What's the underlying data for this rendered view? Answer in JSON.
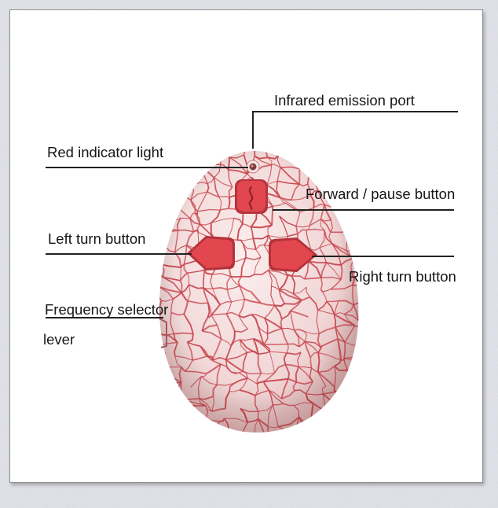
{
  "labels": {
    "infrared_port": "Infrared emission port",
    "red_light": "Red indicator light",
    "forward_pause": "Forward / pause button",
    "left_turn": "Left turn button",
    "right_turn": "Right turn button",
    "frequency_line1": "Frequency selector",
    "frequency_line2": "lever"
  },
  "colors": {
    "shell_base": "#f3dada",
    "shell_crack": "#c8474f",
    "button_red": "#e2474f",
    "button_dark": "#a82c33",
    "panel_border": "#8f8f8f",
    "background": "#e3e4ea"
  }
}
